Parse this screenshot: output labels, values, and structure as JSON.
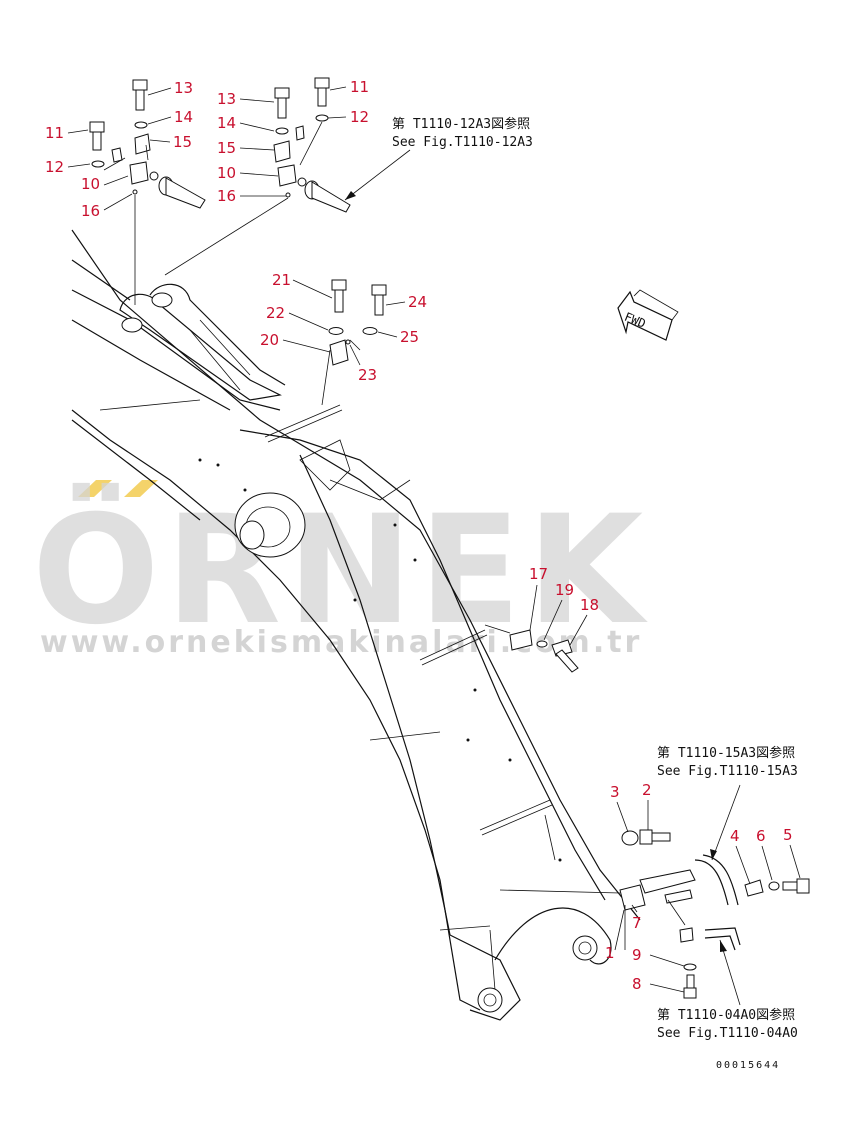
{
  "callouts": {
    "n1": "1",
    "n2": "2",
    "n3": "3",
    "n4": "4",
    "n5": "5",
    "n6": "6",
    "n7": "7",
    "n8": "8",
    "n9": "9",
    "n10a": "10",
    "n10b": "10",
    "n11a": "11",
    "n11b": "11",
    "n12a": "12",
    "n12b": "12",
    "n13a": "13",
    "n13b": "13",
    "n14a": "14",
    "n14b": "14",
    "n15a": "15",
    "n15b": "15",
    "n16a": "16",
    "n16b": "16",
    "n17": "17",
    "n18": "18",
    "n19": "19",
    "n20": "20",
    "n21": "21",
    "n22": "22",
    "n23": "23",
    "n24": "24",
    "n25": "25"
  },
  "references": {
    "ref1_jp": "第 T1110-12A3図参照",
    "ref1_en": "See Fig.T1110-12A3",
    "ref2_jp": "第 T1110-15A3図参照",
    "ref2_en": "See Fig.T1110-15A3",
    "ref3_jp": "第 T1110-04A0図参照",
    "ref3_en": "See Fig.T1110-04A0"
  },
  "direction_label": "FWD",
  "drawing_code": "00015644",
  "watermark": {
    "brand": "ÖRNEK",
    "url": "www.ornekismakinalari.com.tr",
    "brand_color": "#d4d4d4",
    "accent_color": "#f4d36a"
  },
  "colors": {
    "callout": "#c8102e",
    "line": "#111111"
  }
}
